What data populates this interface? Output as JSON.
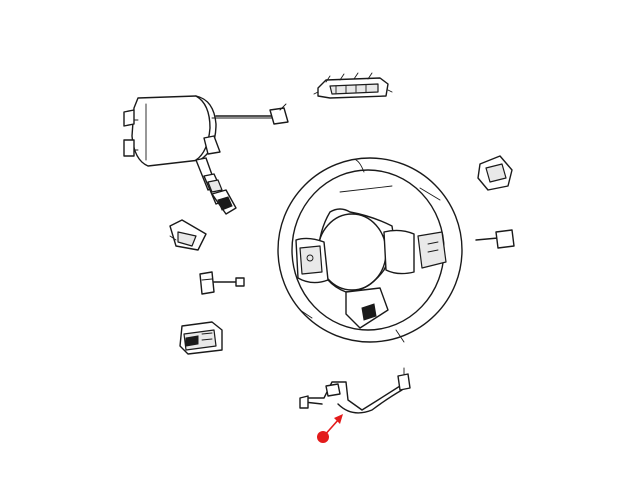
{
  "diagram": {
    "kind": "exploded-parts-illustration",
    "components": [
      "clockspring",
      "multifunction-switch-stalk",
      "steering-wheel",
      "speed-control-switch",
      "remote-radio-switch",
      "wiring-harness"
    ],
    "callout": {
      "target": "wiring-harness",
      "marker_color": "#e31b1b",
      "arrow_color": "#e31b1b"
    },
    "line_color": "#1a1a1a",
    "background": "#ffffff"
  }
}
